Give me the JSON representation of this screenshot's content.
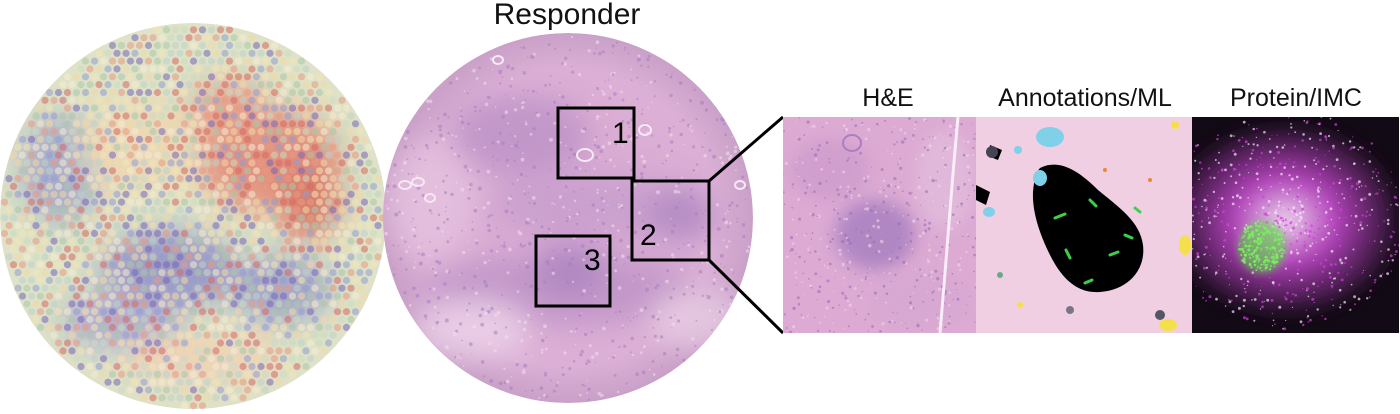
{
  "title": "Responder",
  "panel_labels": {
    "he": "H&E",
    "annotations": "Annotations/ML",
    "protein": "Protein/IMC"
  },
  "regions": [
    {
      "number": "1"
    },
    {
      "number": "2"
    },
    {
      "number": "3"
    }
  ],
  "colors": {
    "tissue_pink": "#e3bcd9",
    "tissue_purple": "#b58bc8",
    "annotation_bg": "#f1cfe2",
    "annotation_black": "#000000",
    "annotation_cyan": "#7fd0e8",
    "annotation_green": "#3ecf4a",
    "annotation_yellow": "#f4e04a",
    "imc_magenta": "#d040d8",
    "imc_green": "#58e040",
    "spot_orange": "#e89070",
    "spot_purple": "#7f72c0"
  }
}
